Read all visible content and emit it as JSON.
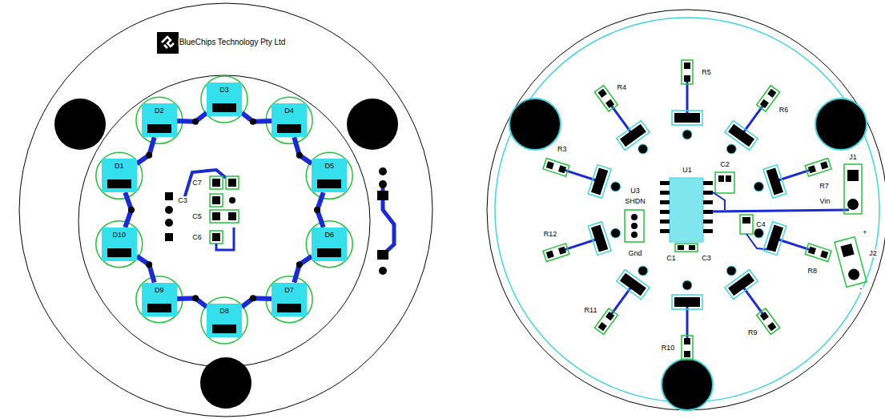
{
  "diagram": {
    "nodes": [
      {
        "text": [
          "D3"
        ]
      },
      {
        "text": [
          "D4"
        ]
      },
      {
        "text": [
          "D5"
        ]
      },
      {
        "text": [
          "D6"
        ]
      },
      {
        "text": [
          "D7"
        ]
      },
      {
        "text": [
          "D8"
        ]
      },
      {
        "text": [
          "D9"
        ]
      },
      {
        "text": [
          "D10"
        ]
      },
      {
        "text": [
          "D1"
        ]
      },
      {
        "text": [
          "D2"
        ]
      }
    ],
    "edges": [
      {
        "from": 0,
        "to": 1,
        "arrow": "none"
      },
      {
        "from": 1,
        "to": 2,
        "arrow": "none"
      },
      {
        "from": 2,
        "to": 3,
        "arrow": "none"
      },
      {
        "from": 3,
        "to": 4,
        "arrow": "none"
      },
      {
        "from": 4,
        "to": 5,
        "arrow": "none"
      },
      {
        "from": 5,
        "to": 6,
        "arrow": "none"
      },
      {
        "from": 6,
        "to": 7,
        "arrow": "none"
      },
      {
        "from": 7,
        "to": 8,
        "arrow": "none"
      },
      {
        "from": 8,
        "to": 9,
        "arrow": "none"
      },
      {
        "from": 9,
        "to": 0,
        "arrow": "none"
      }
    ],
    "labels": [
      "BlueChips Technology Pty Ltd",
      "C7",
      "C3",
      "C5",
      "C6",
      "R5",
      "R6",
      "R7",
      "R8",
      "R9",
      "R10",
      "R11",
      "R12",
      "R3",
      "R4",
      "U1",
      "C2",
      "J1",
      "Vin",
      "C1",
      "C3",
      "C4",
      "U3",
      "SHDN",
      "Gnd",
      "J2",
      "+",
      "-"
    ]
  }
}
